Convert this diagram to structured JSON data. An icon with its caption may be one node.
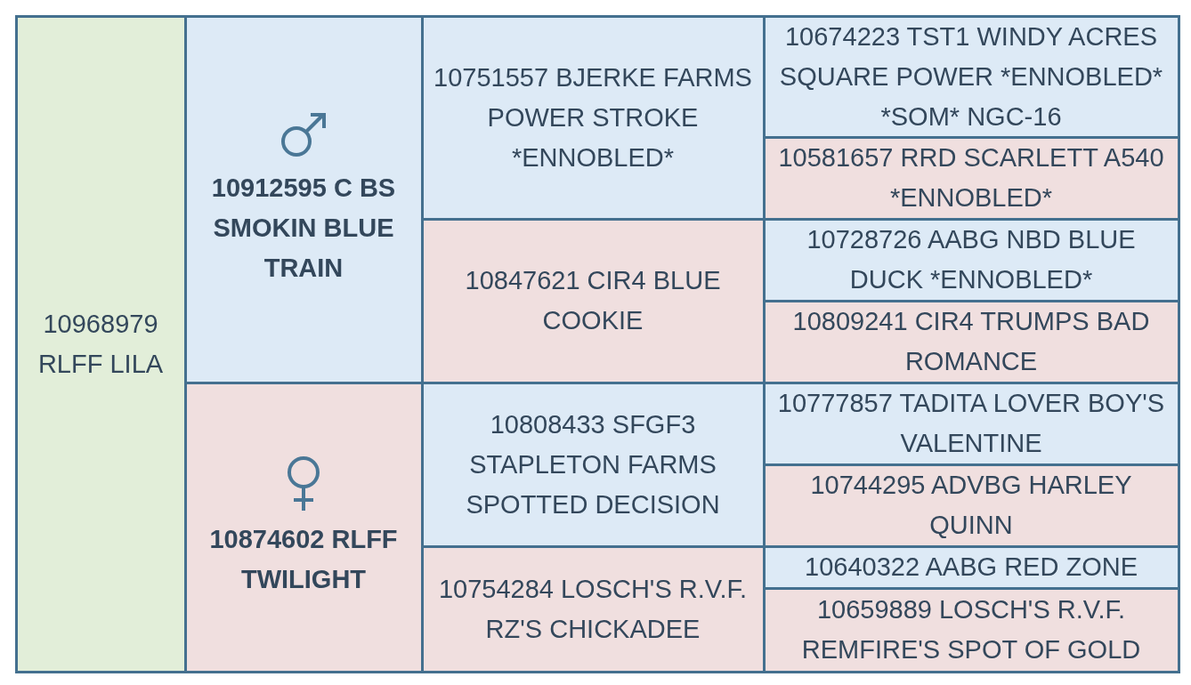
{
  "diagram": {
    "nodes": [
      {
        "text": [
          "10968979 RLFF LILA"
        ]
      },
      {
        "text": [
          "10912595 C BS SMOKIN BLUE TRAIN"
        ]
      },
      {
        "text": [
          "10751557 BJERKE FARMS POWER STROKE *ENNOBLED*"
        ]
      },
      {
        "text": [
          "10674223 TST1 WINDY ACRES SQUARE POWER *ENNOBLED* *SOM* NGC-16"
        ]
      },
      {
        "text": [
          "10581657 RRD SCARLETT A540 *ENNOBLED*"
        ]
      },
      {
        "text": [
          "10847621 CIR4 BLUE COOKIE"
        ]
      },
      {
        "text": [
          "10728726 AABG NBD BLUE DUCK *ENNOBLED*"
        ]
      },
      {
        "text": [
          "10809241 CIR4 TRUMPS BAD ROMANCE"
        ]
      },
      {
        "text": [
          "10874602 RLFF TWILIGHT"
        ]
      },
      {
        "text": [
          "10808433 SFGF3 STAPLETON FARMS SPOTTED DECISION"
        ]
      },
      {
        "text": [
          "10777857 TADITA LOVER BOY'S VALENTINE"
        ]
      },
      {
        "text": [
          "10744295 ADVBG HARLEY QUINN"
        ]
      },
      {
        "text": [
          "10754284 LOSCH'S R.V.F. RZ'S CHICKADEE"
        ]
      },
      {
        "text": [
          "10640322 AABG RED ZONE"
        ]
      },
      {
        "text": [
          "10659889 LOSCH'S R.V.F. REMFIRE'S SPOT OF GOLD"
        ]
      }
    ]
  }
}
